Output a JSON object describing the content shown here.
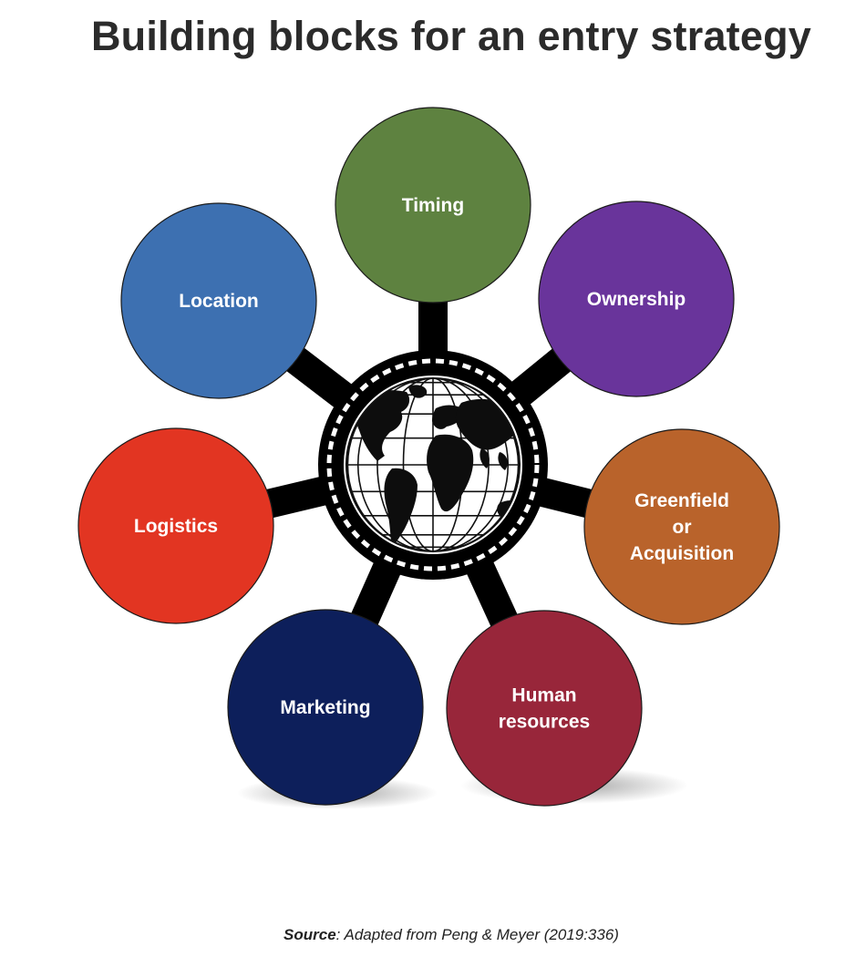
{
  "title": "Building blocks for an entry strategy",
  "hub": {
    "icon": "globe-icon"
  },
  "blocks": [
    {
      "id": "timing",
      "lines": [
        "Timing"
      ],
      "color": "#5e8240"
    },
    {
      "id": "ownership",
      "lines": [
        "Ownership"
      ],
      "color": "#69349b"
    },
    {
      "id": "greenfield-or-acquisition",
      "lines": [
        "Greenfield",
        "or",
        "Acquisition"
      ],
      "color": "#b9632b"
    },
    {
      "id": "human-resources",
      "lines": [
        "Human",
        "resources"
      ],
      "color": "#98263a"
    },
    {
      "id": "marketing",
      "lines": [
        "Marketing"
      ],
      "color": "#0d1f5b"
    },
    {
      "id": "logistics",
      "lines": [
        "Logistics"
      ],
      "color": "#e23522"
    },
    {
      "id": "location",
      "lines": [
        "Location"
      ],
      "color": "#3d70b1"
    }
  ],
  "source": {
    "label": "Source",
    "text": ": Adapted from Peng & Meyer (2019:336)"
  }
}
